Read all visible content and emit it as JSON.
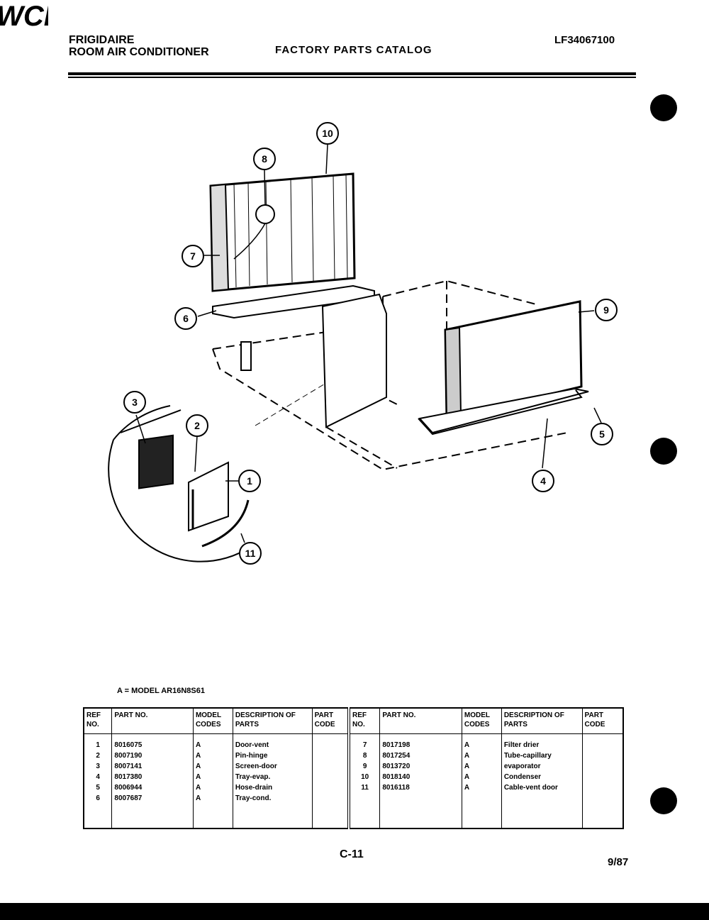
{
  "header": {
    "brand_line1": "FRIGIDAIRE",
    "brand_line2": "ROOM AIR CONDITIONER",
    "logo_text": "WCI",
    "catalog_title": "FACTORY PARTS CATALOG",
    "document_number": "LF34067100"
  },
  "diagram": {
    "callouts": [
      "1",
      "2",
      "3",
      "4",
      "5",
      "6",
      "7",
      "8",
      "9",
      "10",
      "11"
    ]
  },
  "model_note": "A = MODEL AR16N8S61",
  "table": {
    "headers": {
      "ref_no": "REF NO.",
      "part_no": "PART NO.",
      "model_codes": "MODEL CODES",
      "description": "DESCRIPTION OF PARTS",
      "part_code": "PART CODE"
    },
    "left": [
      {
        "ref": "1",
        "part": "8016075",
        "code": "A",
        "desc": "Door-vent"
      },
      {
        "ref": "2",
        "part": "8007190",
        "code": "A",
        "desc": "Pin-hinge"
      },
      {
        "ref": "3",
        "part": "8007141",
        "code": "A",
        "desc": "Screen-door"
      },
      {
        "ref": "4",
        "part": "8017380",
        "code": "A",
        "desc": "Tray-evap."
      },
      {
        "ref": "5",
        "part": "8006944",
        "code": "A",
        "desc": "Hose-drain"
      },
      {
        "ref": "6",
        "part": "8007687",
        "code": "A",
        "desc": "Tray-cond."
      }
    ],
    "right": [
      {
        "ref": "7",
        "part": "8017198",
        "code": "A",
        "desc": "Filter drier"
      },
      {
        "ref": "8",
        "part": "8017254",
        "code": "A",
        "desc": "Tube-capillary"
      },
      {
        "ref": "9",
        "part": "8013720",
        "code": "A",
        "desc": "evaporator"
      },
      {
        "ref": "10",
        "part": "8018140",
        "code": "A",
        "desc": "Condenser"
      },
      {
        "ref": "11",
        "part": "8016118",
        "code": "A",
        "desc": "Cable-vent door"
      }
    ]
  },
  "footer": {
    "page_number": "C-11",
    "date": "9/87"
  }
}
